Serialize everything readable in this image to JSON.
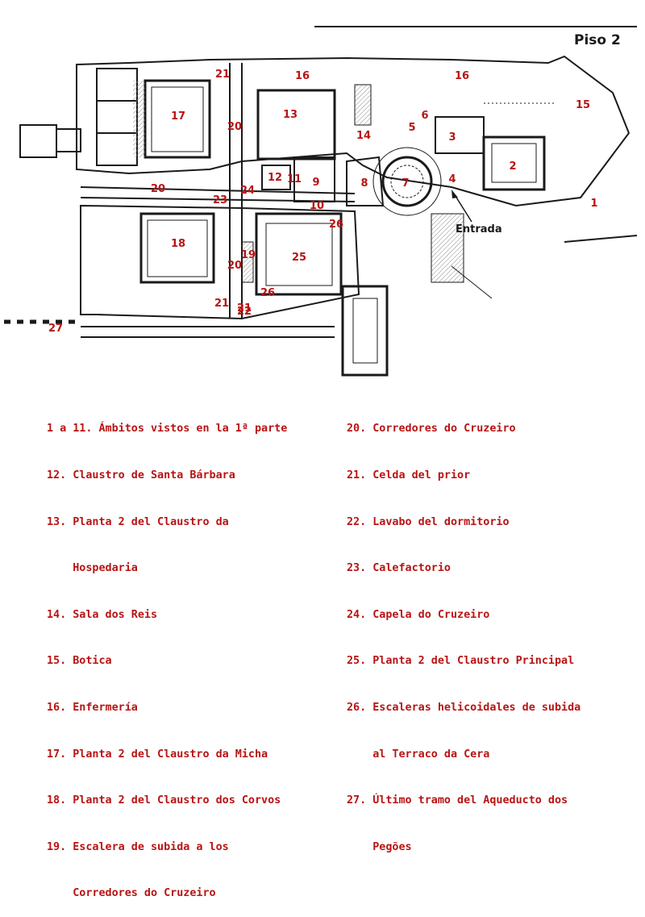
{
  "plan": {
    "title": "Piso 2",
    "entrance_label": "Entrada",
    "numbers": [
      "1",
      "2",
      "3",
      "4",
      "5",
      "6",
      "7",
      "8",
      "9",
      "10",
      "11",
      "12",
      "13",
      "14",
      "15",
      "16",
      "16",
      "17",
      "18",
      "19",
      "20",
      "20",
      "20",
      "21",
      "21",
      "21",
      "22",
      "23",
      "24",
      "25",
      "26",
      "26",
      "27"
    ]
  },
  "legend": {
    "left": [
      "1 a 11. Ámbitos vistos en la 1ª parte",
      "12. Claustro de Santa Bárbara",
      "13. Planta 2 del Claustro da",
      "    Hospedaria",
      "14. Sala dos Reis",
      "15. Botica",
      "16. Enfermería",
      "17. Planta 2 del Claustro da Micha",
      "18. Planta 2 del Claustro dos Corvos",
      "19. Escalera de subida a los",
      "    Corredores do Cruzeiro"
    ],
    "right": [
      "20. Corredores do Cruzeiro",
      "21. Celda del prior",
      "22. Lavabo del dormitorio",
      "23. Calefactorio",
      "24. Capela do Cruzeiro",
      "25. Planta 2 del Claustro Principal",
      "26. Escaleras helicoidales de subida",
      "    al Terraco da Cera",
      "27. Último tramo del Aqueducto dos",
      "    Pegões"
    ]
  },
  "colors": {
    "numbers": "#b81414",
    "lines": "#1a1a1a",
    "hatch": "#8a8a8a"
  }
}
